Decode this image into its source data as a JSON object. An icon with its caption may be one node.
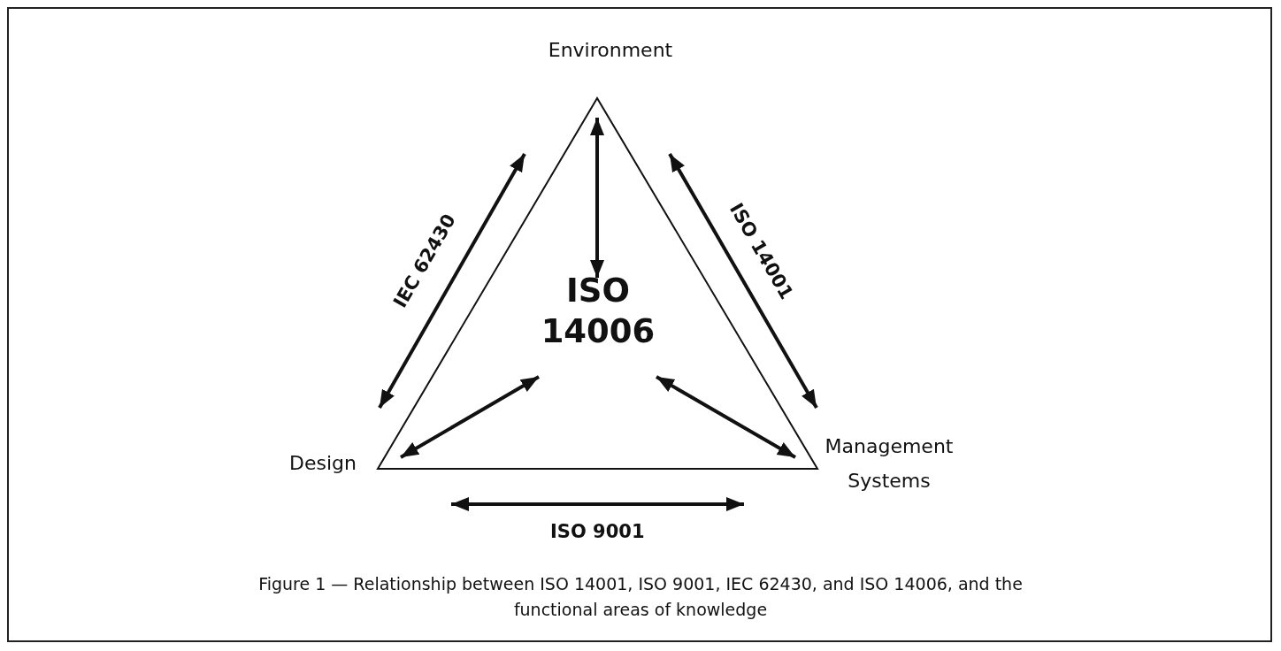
{
  "diagram": {
    "caption": "Figure 1 — Relationship between ISO 14001, ISO 9001, IEC 62430, and ISO 14006, and the functional areas of knowledge",
    "nodes": [
      {
        "text": [
          "Environment"
        ]
      },
      {
        "text": [
          "Design"
        ]
      },
      {
        "text": [
          "Management Systems"
        ]
      },
      {
        "text": [
          "ISO 14006"
        ]
      }
    ],
    "edges": [
      {
        "from": 1,
        "to": 0,
        "arrow": "both",
        "label": "IEC 62430"
      },
      {
        "from": 0,
        "to": 2,
        "arrow": "both",
        "label": "ISO 14001"
      },
      {
        "from": 1,
        "to": 2,
        "arrow": "both",
        "label": "ISO 9001"
      },
      {
        "from": 3,
        "to": 0,
        "arrow": "both"
      },
      {
        "from": 3,
        "to": 1,
        "arrow": "both"
      },
      {
        "from": 3,
        "to": 2,
        "arrow": "both"
      }
    ]
  }
}
